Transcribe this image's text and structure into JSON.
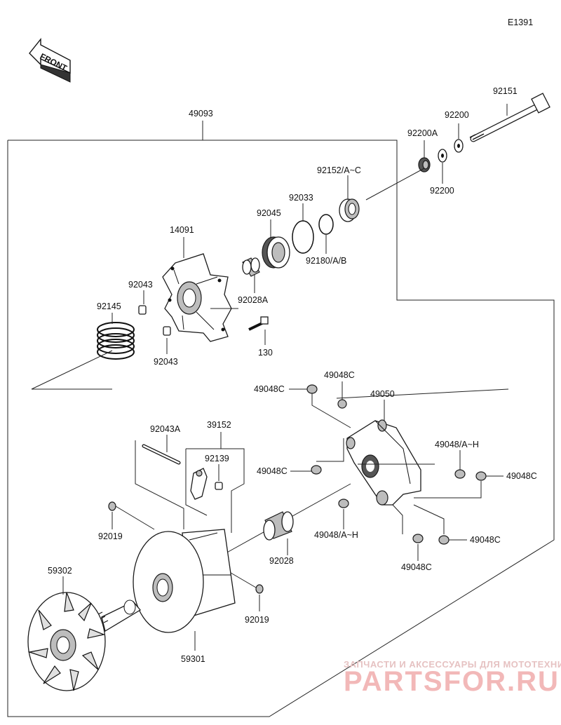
{
  "diagram_code": "E1391",
  "front_badge": "FRONT",
  "watermark": {
    "line1": "ЗАПЧАСТИ И АКСЕССУАРЫ ДЛЯ МОТОТЕХНИКИ",
    "line2": "PARTSFOR.RU"
  },
  "parts": [
    {
      "id": "p49093",
      "number": "49093"
    },
    {
      "id": "p92151",
      "number": "92151"
    },
    {
      "id": "p92200a_top",
      "number": "92200"
    },
    {
      "id": "p92200A",
      "number": "92200A"
    },
    {
      "id": "p92200b",
      "number": "92200"
    },
    {
      "id": "p92152",
      "number": "92152/A~C"
    },
    {
      "id": "p92033",
      "number": "92033"
    },
    {
      "id": "p92045",
      "number": "92045"
    },
    {
      "id": "p92180",
      "number": "92180/A/B"
    },
    {
      "id": "p14091",
      "number": "14091"
    },
    {
      "id": "p92028A",
      "number": "92028A"
    },
    {
      "id": "p92043a",
      "number": "92043"
    },
    {
      "id": "p92145",
      "number": "92145"
    },
    {
      "id": "p92043b",
      "number": "92043"
    },
    {
      "id": "p130",
      "number": "130"
    },
    {
      "id": "p49048C_1",
      "number": "49048C"
    },
    {
      "id": "p49048C_2",
      "number": "49048C"
    },
    {
      "id": "p49050",
      "number": "49050"
    },
    {
      "id": "p92043A",
      "number": "92043A"
    },
    {
      "id": "p39152",
      "number": "39152"
    },
    {
      "id": "p92139",
      "number": "92139"
    },
    {
      "id": "p49048C_3",
      "number": "49048C"
    },
    {
      "id": "p49048AH_1",
      "number": "49048/A~H"
    },
    {
      "id": "p49048C_4",
      "number": "49048C"
    },
    {
      "id": "p92019a",
      "number": "92019"
    },
    {
      "id": "p49048AH_2",
      "number": "49048/A~H"
    },
    {
      "id": "p49048C_5",
      "number": "49048C"
    },
    {
      "id": "p92028",
      "number": "92028"
    },
    {
      "id": "p49048C_6",
      "number": "49048C"
    },
    {
      "id": "p59302",
      "number": "59302"
    },
    {
      "id": "p92019b",
      "number": "92019"
    },
    {
      "id": "p59301",
      "number": "59301"
    }
  ]
}
